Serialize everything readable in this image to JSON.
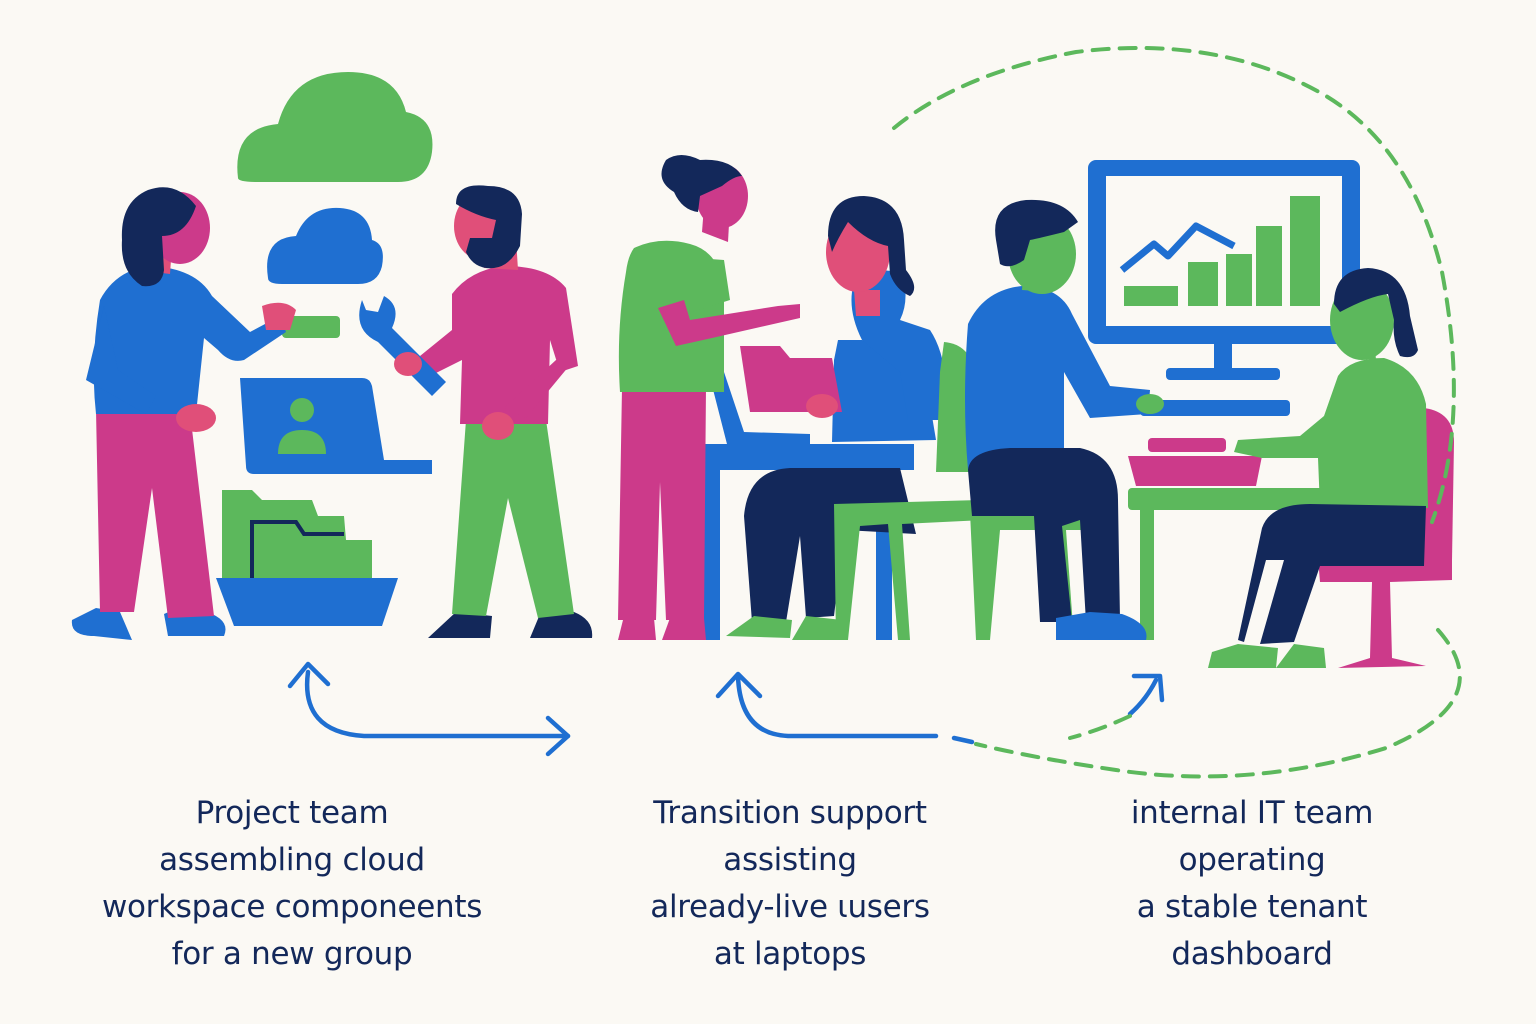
{
  "palette": {
    "background": "#fbf9f4",
    "green": "#5cb85c",
    "blue": "#1f6fd1",
    "magenta": "#cc3a8a",
    "navy": "#13285a",
    "skin": "#e04f79"
  },
  "captions": [
    {
      "id": "project-team",
      "lines": [
        "Project team",
        "assembling cloud",
        "workspace componeents",
        "for a new group"
      ]
    },
    {
      "id": "transition-support",
      "lines": [
        "Transition support",
        "assisting",
        "already-live ιusers",
        "at laptops"
      ]
    },
    {
      "id": "internal-it",
      "lines": [
        "internal IT team",
        "operating",
        "a stable tenant",
        "dashboard"
      ]
    }
  ],
  "icons": {
    "clouds": [
      "cloud-icon",
      "cloud-icon"
    ],
    "tools": [
      "wrench-icon"
    ],
    "devices": [
      "laptop-user-icon",
      "monitor-chart-icon"
    ],
    "storage": [
      "folder-icon",
      "tray-icon"
    ],
    "flow": [
      "arrow-bidirectional-icon",
      "arrow-return-icon",
      "dashed-loop-arrow-icon"
    ]
  }
}
